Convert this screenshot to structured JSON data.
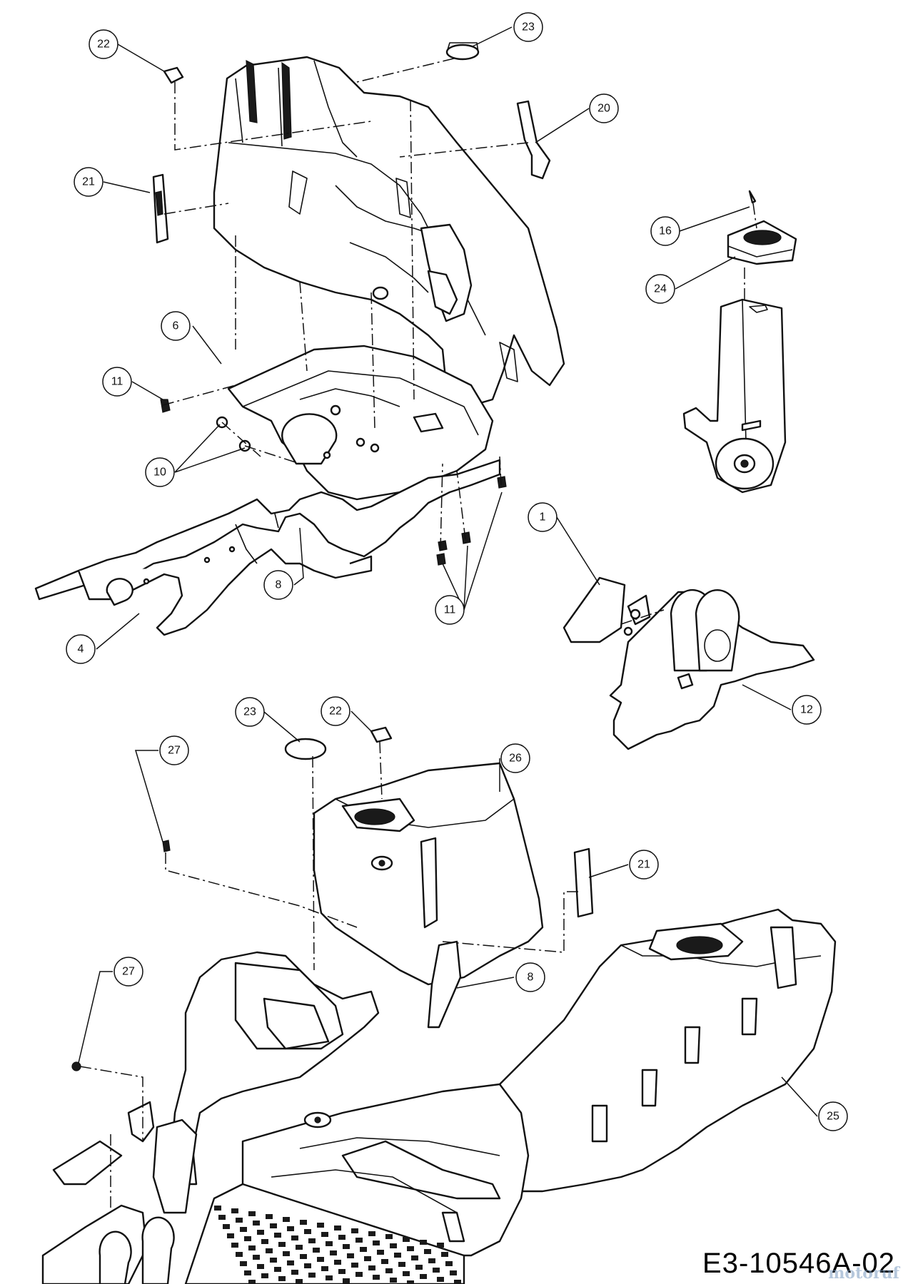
{
  "drawing": {
    "number": "E3-10546A-02",
    "watermark": "motoruf"
  },
  "callouts": [
    {
      "id": "c22a",
      "label": "22"
    },
    {
      "id": "c23a",
      "label": "23"
    },
    {
      "id": "c20",
      "label": "20"
    },
    {
      "id": "c21a",
      "label": "21"
    },
    {
      "id": "c16",
      "label": "16"
    },
    {
      "id": "c24",
      "label": "24"
    },
    {
      "id": "c6",
      "label": "6"
    },
    {
      "id": "c11a",
      "label": "11"
    },
    {
      "id": "c10",
      "label": "10"
    },
    {
      "id": "c8a",
      "label": "8"
    },
    {
      "id": "c11b",
      "label": "11"
    },
    {
      "id": "c4",
      "label": "4"
    },
    {
      "id": "c1",
      "label": "1"
    },
    {
      "id": "c12",
      "label": "12"
    },
    {
      "id": "c23b",
      "label": "23"
    },
    {
      "id": "c22b",
      "label": "22"
    },
    {
      "id": "c27a",
      "label": "27"
    },
    {
      "id": "c26",
      "label": "26"
    },
    {
      "id": "c21b",
      "label": "21"
    },
    {
      "id": "c8b",
      "label": "8"
    },
    {
      "id": "c27b",
      "label": "27"
    },
    {
      "id": "c25",
      "label": "25"
    }
  ],
  "colors": {
    "line": "#111111",
    "background": "#ffffff"
  }
}
